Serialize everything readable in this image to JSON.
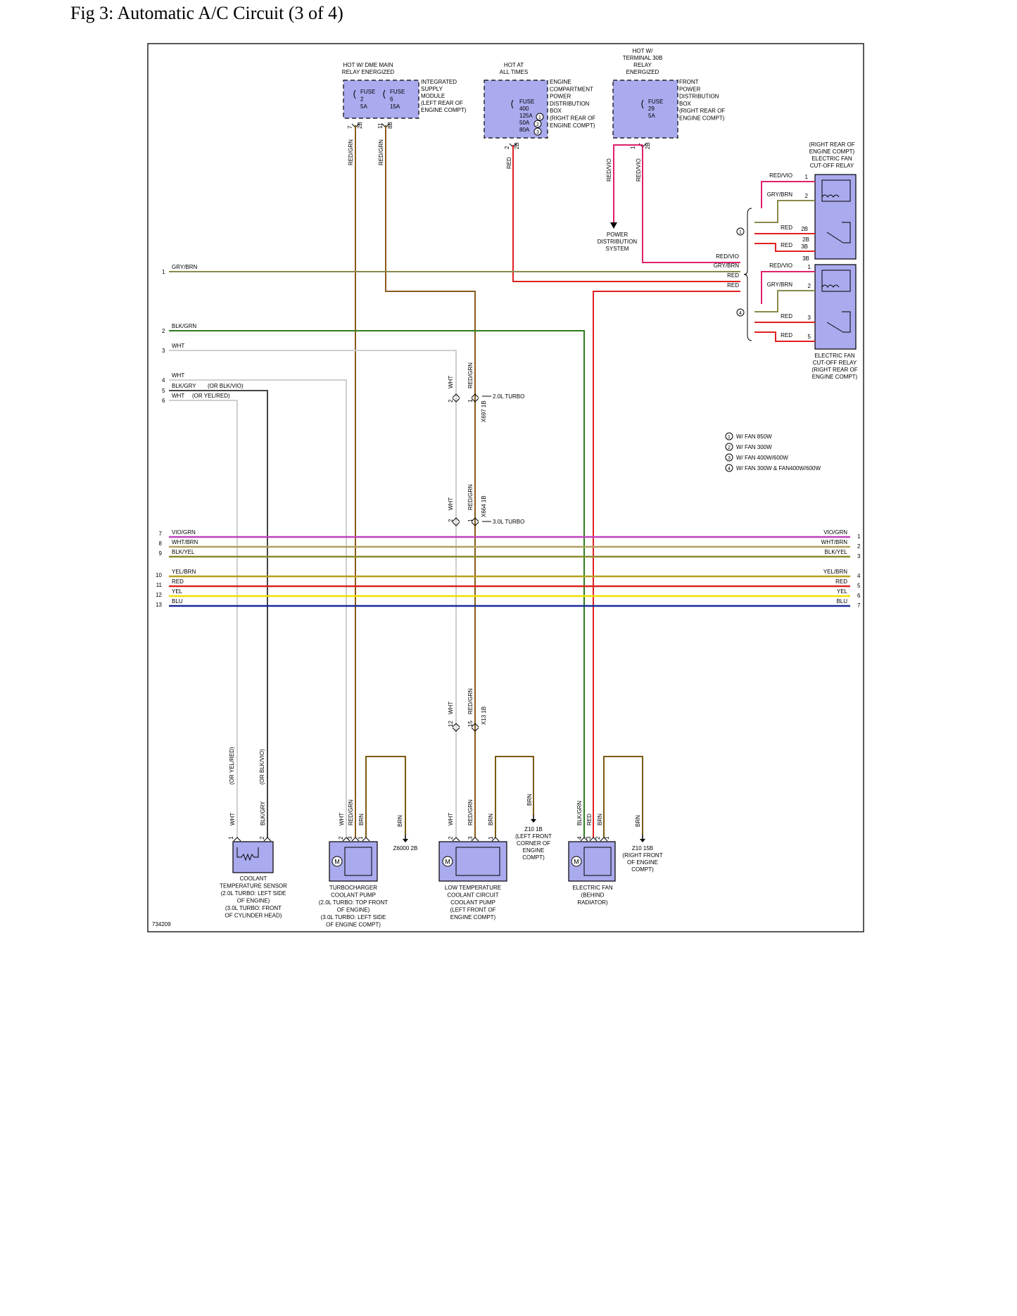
{
  "page": {
    "title": "Fig 3: Automatic A/C Circuit (3 of 4)",
    "figure_id": "734209"
  },
  "colors": {
    "gry_brn": "#8a8a4a",
    "blk_grn": "#2e7d1e",
    "wht": "#cfcfcf",
    "blk_gry": "#444444",
    "red_grn": "#8a5a1a",
    "red": "#e02020",
    "red_vio": "#e0206a",
    "vio_grn": "#c040c0",
    "wht_brn": "#b0a060",
    "blk_yel": "#8a8a30",
    "yel_brn": "#b8a020",
    "yel": "#f0e000",
    "blu": "#1a2a9a",
    "brn": "#7a5a10",
    "component_fill": "#aaaaee",
    "border": "#000000"
  },
  "supplies": [
    {
      "id": "dme",
      "header": [
        "HOT W/ DME MAIN",
        "RELAY ENERGIZED"
      ],
      "desc": [
        "INTEGRATED",
        "SUPPLY",
        "MODULE",
        "(LEFT REAR OF",
        "ENGINE COMPT)"
      ],
      "fuses": [
        [
          "FUSE",
          "2",
          "5A"
        ],
        [
          "FUSE",
          "6",
          "15A"
        ]
      ],
      "pins": [
        "7",
        "2B",
        "11",
        "8B"
      ]
    },
    {
      "id": "ecpdb",
      "header": [
        "HOT AT",
        "ALL TIMES"
      ],
      "desc": [
        "ENGINE",
        "COMPARTMENT",
        "POWER",
        "DISTRIBUTION",
        "BOX",
        "(RIGHT REAR OF",
        "ENGINE COMPT)"
      ],
      "fuses": [
        [
          "FUSE",
          "400",
          "125A",
          "50A",
          "80A"
        ]
      ],
      "pins": [
        "2",
        "2B"
      ]
    },
    {
      "id": "fpdb",
      "header": [
        "HOT W/",
        "TERMINAL 30B",
        "RELAY",
        "ENERGIZED"
      ],
      "desc": [
        "FRONT",
        "POWER",
        "DISTRIBUTION",
        "BOX",
        "(RIGHT REAR OF",
        "ENGINE COMPT)"
      ],
      "fuses": [
        [
          "FUSE",
          "29",
          "5A"
        ]
      ],
      "pins": [
        "1",
        "2B"
      ]
    }
  ],
  "wire_labels": {
    "red_grn": "RED/GRN",
    "red": "RED",
    "red_vio": "RED/VIO",
    "gry_brn": "GRY/BRN",
    "blk_grn": "BLK/GRN",
    "wht": "WHT",
    "blk_gry": "BLK/GRY",
    "brn": "BRN",
    "or_blk_vio": "(OR BLK/VIO)",
    "or_yel_red": "(OR YEL/RED)",
    "power_distribution": [
      "POWER",
      "DISTRIBUTION",
      "SYSTEM"
    ]
  },
  "left_connector": [
    {
      "n": "1",
      "label": "GRY/BRN"
    },
    {
      "n": "2",
      "label": "BLK/GRN"
    },
    {
      "n": "3",
      "label": "WHT"
    },
    {
      "n": "4",
      "label": "WHT"
    },
    {
      "n": "5",
      "label": "BLK/GRY",
      "alt": "(OR BLK/VIO)"
    },
    {
      "n": "6",
      "label": "WHT",
      "alt": "(OR YEL/RED)"
    }
  ],
  "bus_lines": [
    {
      "ln": "7",
      "label": "VIO/GRN",
      "rn": "1"
    },
    {
      "ln": "8",
      "label": "WHT/BRN",
      "rn": "2"
    },
    {
      "ln": "9",
      "label": "BLK/YEL",
      "rn": "3"
    },
    {
      "ln": "10",
      "label": "YEL/BRN",
      "rn": "4"
    },
    {
      "ln": "11",
      "label": "RED",
      "rn": "5"
    },
    {
      "ln": "12",
      "label": "YEL",
      "rn": "6"
    },
    {
      "ln": "13",
      "label": "BLU",
      "rn": "7"
    }
  ],
  "relays": {
    "top_caption": [
      "(RIGHT REAR OF",
      "ENGINE COMPT)",
      "ELECTRIC FAN",
      "CUT-OFF RELAY"
    ],
    "bottom_caption": [
      "ELECTRIC FAN",
      "CUT-OFF RELAY",
      "(RIGHT REAR OF",
      "ENGINE COMPT)"
    ],
    "top_pins": [
      {
        "wire": "RED/VIO",
        "pin": "1"
      },
      {
        "wire": "GRY/BRN",
        "pin": "2"
      },
      {
        "wire": "RED",
        "pin": "2B"
      },
      {
        "wire": "RED",
        "pin": "3B"
      }
    ],
    "bottom_pins": [
      {
        "wire": "RED/VIO",
        "pin": "1"
      },
      {
        "wire": "GRY/BRN",
        "pin": "2"
      },
      {
        "wire": "RED",
        "pin": "3"
      },
      {
        "wire": "RED",
        "pin": "5"
      }
    ],
    "feed_labels": [
      "RED/VIO",
      "GRY/BRN",
      "RED",
      "RED"
    ]
  },
  "connectors": {
    "x697": {
      "id": "X697 1B",
      "pins": [
        "2",
        "1"
      ],
      "note": "2.0L TURBO"
    },
    "x664": {
      "id": "X664 1B",
      "pins": [
        "2",
        "1"
      ],
      "note": "3.0L TURBO"
    },
    "x13": {
      "id": "X13 1B",
      "pins": [
        "12",
        "15"
      ]
    }
  },
  "legend": [
    {
      "mark": "1",
      "text": "W/ FAN 850W"
    },
    {
      "mark": "2",
      "text": "W/ FAN 300W"
    },
    {
      "mark": "3",
      "text": "W/ FAN 400W/600W"
    },
    {
      "mark": "4",
      "text": "W/ FAN 300W & FAN400W/600W"
    }
  ],
  "grounds": {
    "z6000": "Z6000 2B",
    "z10_1b": [
      "Z10 1B",
      "(LEFT FRONT",
      "CORNER OF",
      "ENGINE",
      "COMPT)"
    ],
    "z10_15b": [
      "Z10 15B",
      "(RIGHT FRONT",
      "OF ENGINE",
      "COMPT)"
    ]
  },
  "components": {
    "sensor": {
      "caption": [
        "COOLANT",
        "TEMPERATURE SENSOR",
        "(2.0L TURBO: LEFT SIDE",
        "OF ENGINE)",
        "(3.0L TURBO: FRONT",
        "OF CYLINDER HEAD)"
      ],
      "pins": [
        "1",
        "2"
      ]
    },
    "turbo_pump": {
      "caption": [
        "TURBOCHARGER",
        "COOLANT PUMP",
        "(2.0L TURBO: TOP FRONT",
        "OF ENGINE)",
        "(3.0L TURBO: LEFT SIDE",
        "OF ENGINE COMPT)"
      ],
      "pins": [
        "2",
        "3",
        "1"
      ]
    },
    "lt_pump": {
      "caption": [
        "LOW TEMPERATURE",
        "COOLANT CIRCUIT",
        "COOLANT PUMP",
        "(LEFT FRONT OF",
        "ENGINE COMPT)"
      ],
      "pins": [
        "2",
        "3",
        "1"
      ]
    },
    "fan": {
      "caption": [
        "ELECTRIC FAN",
        "(BEHIND",
        "RADIATOR)"
      ],
      "pins": [
        "4",
        "3",
        "2",
        "1"
      ]
    }
  }
}
